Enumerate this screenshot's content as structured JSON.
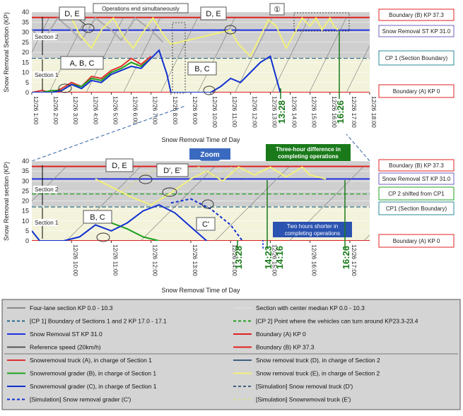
{
  "chart_data": [
    {
      "type": "line",
      "ylabel": "Snow Removal Section (KP)",
      "xlabel": "Snow Removal Time of Day",
      "ylim": [
        0,
        40
      ],
      "yticks": [
        0,
        5,
        10,
        15,
        20,
        25,
        30,
        35,
        40
      ],
      "x_ticks": [
        "12/26 1:00",
        "12/26 2:00",
        "12/26 3:00",
        "12/26 4:00",
        "12/26 5:00",
        "12/26 6:00",
        "12/26 7:00",
        "12/26 8:00",
        "12/26 9:00",
        "12/26 10:00",
        "12/26 11:00",
        "12/26 12:00",
        "12/26 13:00",
        "12/26 14:00",
        "12/26 15:00",
        "12/26 16:00",
        "12/26 17:00",
        "12/26 18:00"
      ],
      "x_range_hours": [
        1,
        18
      ],
      "reference_lines": [
        {
          "label": "Boundary (B) KP 37.3",
          "y": 37.3,
          "color": "#e02020"
        },
        {
          "label": "Snow Removal ST KP 31.0",
          "y": 31.0,
          "color": "#2030e0"
        },
        {
          "label": "CP 1 (Section Boundary)",
          "y": 17.0,
          "color": "#2a6a8a"
        },
        {
          "label": "Boundary (A) KP 0",
          "y": 0,
          "color": "#e02020"
        }
      ],
      "section_labels": [
        "Section 2",
        "Section 1"
      ],
      "annotations": [
        "D, E",
        "D, E",
        "A, B, C",
        "B, C",
        "①",
        "Operations end simultaneously"
      ],
      "end_times": [
        "13:28",
        "16:26"
      ],
      "series": [
        {
          "name": "Snow removal truck (D), in charge of Section 2",
          "color": "#aaaaaa",
          "x": [
            1.0,
            1.6,
            2.3,
            3.0,
            3.5,
            4.2,
            5.0,
            5.5,
            6.2,
            7.0,
            7.6
          ],
          "y": [
            31,
            26,
            37,
            31,
            26,
            37,
            31,
            26,
            37,
            31,
            25
          ]
        },
        {
          "name": "Snow removal truck (E), in charge of Section 2",
          "color": "#f2f07a",
          "x": [
            3.0,
            3.4,
            4.0,
            4.5,
            5.1,
            5.6,
            6.1,
            6.6,
            7.1,
            7.6,
            8.0,
            11.0,
            11.4,
            12.0,
            12.4,
            12.9,
            13.3,
            13.8,
            14.3,
            14.6,
            15.0,
            15.3,
            15.6,
            16.0,
            16.2,
            16.4
          ],
          "y": [
            37,
            29,
            22,
            31,
            37,
            28,
            22,
            30,
            37,
            29,
            24,
            31,
            24,
            18,
            26,
            36,
            33,
            22,
            31,
            37,
            33,
            37,
            31,
            37,
            33,
            31
          ]
        },
        {
          "name": "Snowremoval truck (A), in charge of Section 1",
          "color": "#e03030",
          "x": [
            1.0,
            1.5,
            2.0,
            2.5,
            3.0,
            3.5,
            4.0,
            4.5,
            5.0,
            5.5,
            6.0,
            6.5,
            7.0
          ],
          "y": [
            0,
            1,
            0,
            2,
            5,
            3,
            8,
            7,
            11,
            13,
            17,
            14,
            18
          ]
        },
        {
          "name": "Snowremoval grader (B), in charge of Section 1",
          "color": "#20a020",
          "x": [
            1.0,
            1.5,
            2.0,
            2.5,
            3.0,
            3.5,
            4.0,
            4.5,
            5.0,
            5.5,
            6.0,
            6.5,
            7.0
          ],
          "y": [
            0,
            0,
            1,
            1,
            4,
            3,
            7,
            6,
            10,
            12,
            15,
            13,
            17
          ]
        },
        {
          "name": "Snowremoval grader (C), in charge of Section 1",
          "color": "#1030d0",
          "x": [
            1.0,
            1.5,
            2.0,
            2.5,
            3.0,
            3.5,
            4.0,
            4.5,
            5.0,
            5.5,
            6.0,
            6.5,
            7.0,
            7.4,
            7.8,
            8.0,
            10.0,
            10.5,
            11.0,
            11.5,
            12.0,
            12.5,
            13.0,
            13.5
          ],
          "y": [
            0,
            0,
            0,
            1,
            4,
            2,
            6,
            5,
            9,
            11,
            13,
            12,
            17,
            21,
            9,
            0,
            0,
            3,
            7,
            5,
            10,
            15,
            18,
            0
          ]
        }
      ]
    },
    {
      "type": "line",
      "ylabel": "Snow Removal section (KP)",
      "xlabel": "Snow Removal Time of Day",
      "ylim": [
        0,
        40
      ],
      "yticks": [
        0,
        5,
        10,
        15,
        20,
        25,
        30,
        35,
        40
      ],
      "x_ticks": [
        "12/26 10:00",
        "12/26 11:00",
        "12/26 12:00",
        "12/26 13:00",
        "12/26 14:00",
        "12/26 15:00",
        "12/26 16:00",
        "12/26 17:00"
      ],
      "x_range_hours": [
        9,
        17.5
      ],
      "reference_lines": [
        {
          "label": "Boundary (B) KP 37.3",
          "y": 37.3,
          "color": "#e02020"
        },
        {
          "label": "Snow Removal ST KP 31.0",
          "y": 31.0,
          "color": "#2030e0"
        },
        {
          "label": "CP 2 shifted from CP1",
          "y": 23.5,
          "color": "#20a020"
        },
        {
          "label": "CP1 (Section Boundary)",
          "y": 17.0,
          "color": "#2a6a8a"
        },
        {
          "label": "Boundary (A) KP 0",
          "y": 0,
          "color": "#e02020"
        }
      ],
      "section_labels": [
        "Section 2",
        "Section 1"
      ],
      "annotations": [
        "D, E",
        "D', E'",
        "B, C",
        "C'",
        "Three-hour difference in completing operations",
        "Two hours shorter in completing operations"
      ],
      "end_times": [
        "13:28",
        "14:23",
        "14:16",
        "16:26"
      ],
      "series": [
        {
          "name": "Snow removal truck (E), in charge of Section 2",
          "color": "#f2f07a",
          "x": [
            10.6,
            11.0,
            11.5,
            12.0,
            12.5,
            13.0,
            13.4,
            13.8,
            14.2,
            14.6,
            15.0,
            15.4,
            15.8,
            16.0,
            16.4
          ],
          "y": [
            31,
            27,
            22,
            18,
            24,
            31,
            35,
            30,
            37,
            33,
            37,
            32,
            37,
            33,
            31
          ]
        },
        {
          "name": "[Simulation] Snow removal truck (E')",
          "color": "#d8d8a0",
          "x": [
            11.3,
            11.8,
            12.3,
            12.8,
            13.2,
            13.6,
            14.0,
            14.4
          ],
          "y": [
            25,
            33,
            37,
            33,
            37,
            32,
            37,
            31
          ]
        },
        {
          "name": "Snowremoval grader (B), in charge of Section 1",
          "color": "#20a020",
          "x": [
            11.0,
            11.4,
            11.8,
            12.2
          ],
          "y": [
            9,
            6,
            2,
            0
          ]
        },
        {
          "name": "Snowremoval grader (C), in charge of Section 1",
          "color": "#1030d0",
          "x": [
            9.0,
            9.2,
            9.8,
            10.2,
            10.6,
            11.0,
            11.4,
            11.8,
            12.2,
            12.6,
            13.0,
            13.4
          ],
          "y": [
            5,
            0,
            0,
            2,
            8,
            5,
            9,
            15,
            18,
            14,
            7,
            0
          ]
        },
        {
          "name": "[Simulation] Snow removal grader (C')",
          "color": "#1030d0",
          "x": [
            12.5,
            13.0,
            13.5,
            14.0,
            14.3
          ],
          "y": [
            19,
            21,
            16,
            8,
            0
          ]
        }
      ]
    }
  ],
  "top_chart": {
    "title_box": "Operations end simultaneously",
    "label_de_1": "D, E",
    "label_de_2": "D, E",
    "label_abc": "A, B, C",
    "label_bc": "B, C",
    "label_circle": "①",
    "label_section2": "Section 2",
    "label_section1": "Section 1",
    "time_1": "13:28",
    "time_2": "16:26",
    "right_boxes": {
      "boundary_b": "Boundary (B) KP 37.3",
      "snow_st": "Snow Removal ST KP 31.0",
      "cp1": "CP 1 (Section Boundary)",
      "boundary_a": "Boundary (A) KP 0"
    }
  },
  "zoom_label": "Zoom",
  "bottom_chart": {
    "label_de": "D, E",
    "label_de_prime": "D', E'",
    "label_bc": "B, C",
    "label_c_prime": "C'",
    "label_section2": "Section 2",
    "label_section1": "Section 1",
    "green_box": "Three-hour difference in completing operations",
    "blue_box": "Two hours shorter in completing operations",
    "time_1": "13:28",
    "time_2": "14:23",
    "time_3": "14:16",
    "time_4": "16:26",
    "right_boxes": {
      "boundary_b": "Boundary (B) KP 37.3",
      "snow_st": "Snow Removal ST KP 31.0",
      "cp2": "CP 2 shifted from CP1",
      "cp1": "CP1 (Section Boundary)",
      "boundary_a": "Boundary (A) KP 0"
    }
  },
  "legend": [
    {
      "label": "Four-lane section KP 0.0 - 10.3",
      "color": "#888888",
      "dash": false
    },
    {
      "label": "Section with center median KP 0.0 - 10.3",
      "color": "#dddddd",
      "dash": false
    },
    {
      "label": "[CP 1] Boundary of Sections 1 and 2 KP 17.0 - 17.1",
      "color": "#2a6a8a",
      "dash": true
    },
    {
      "label": "[CP 2] Point where the vehicles can turn around KP23.3-23.4",
      "color": "#20a020",
      "dash": true
    },
    {
      "label": "Snow Removal ST KP 31.0",
      "color": "#2030e0",
      "dash": false
    },
    {
      "label": "Boundary (A) KP 0",
      "color": "#e02020",
      "dash": false
    },
    {
      "label": "Reference speed (20km/h)",
      "color": "#555555",
      "dash": false
    },
    {
      "label": "Boundary (B) KP 37.3",
      "color": "#e02020",
      "dash": false
    },
    {
      "label": "Snowremoval truck (A), in charge of Section 1",
      "color": "#e03030",
      "dash": false
    },
    {
      "label": "Snow removal truck (D), in charge of Section 2",
      "color": "#406080",
      "dash": false
    },
    {
      "label": "Snowremoval grader (B), in charge of Section 1",
      "color": "#20a020",
      "dash": false
    },
    {
      "label": "Snow removal truck (E), in charge of Section 2",
      "color": "#f2f07a",
      "dash": false
    },
    {
      "label": "Snowremoval grader (C), in charge of Section 1",
      "color": "#1030d0",
      "dash": false
    },
    {
      "label": "[Simulation] Snow removal truck (D')",
      "color": "#406080",
      "dash": true
    },
    {
      "label": "[Simulation] Snow removal grader (C')",
      "color": "#1030d0",
      "dash": true
    },
    {
      "label": "[Simulation] Snowremoval truck (E')",
      "color": "#d8d8a0",
      "dash": true
    }
  ]
}
